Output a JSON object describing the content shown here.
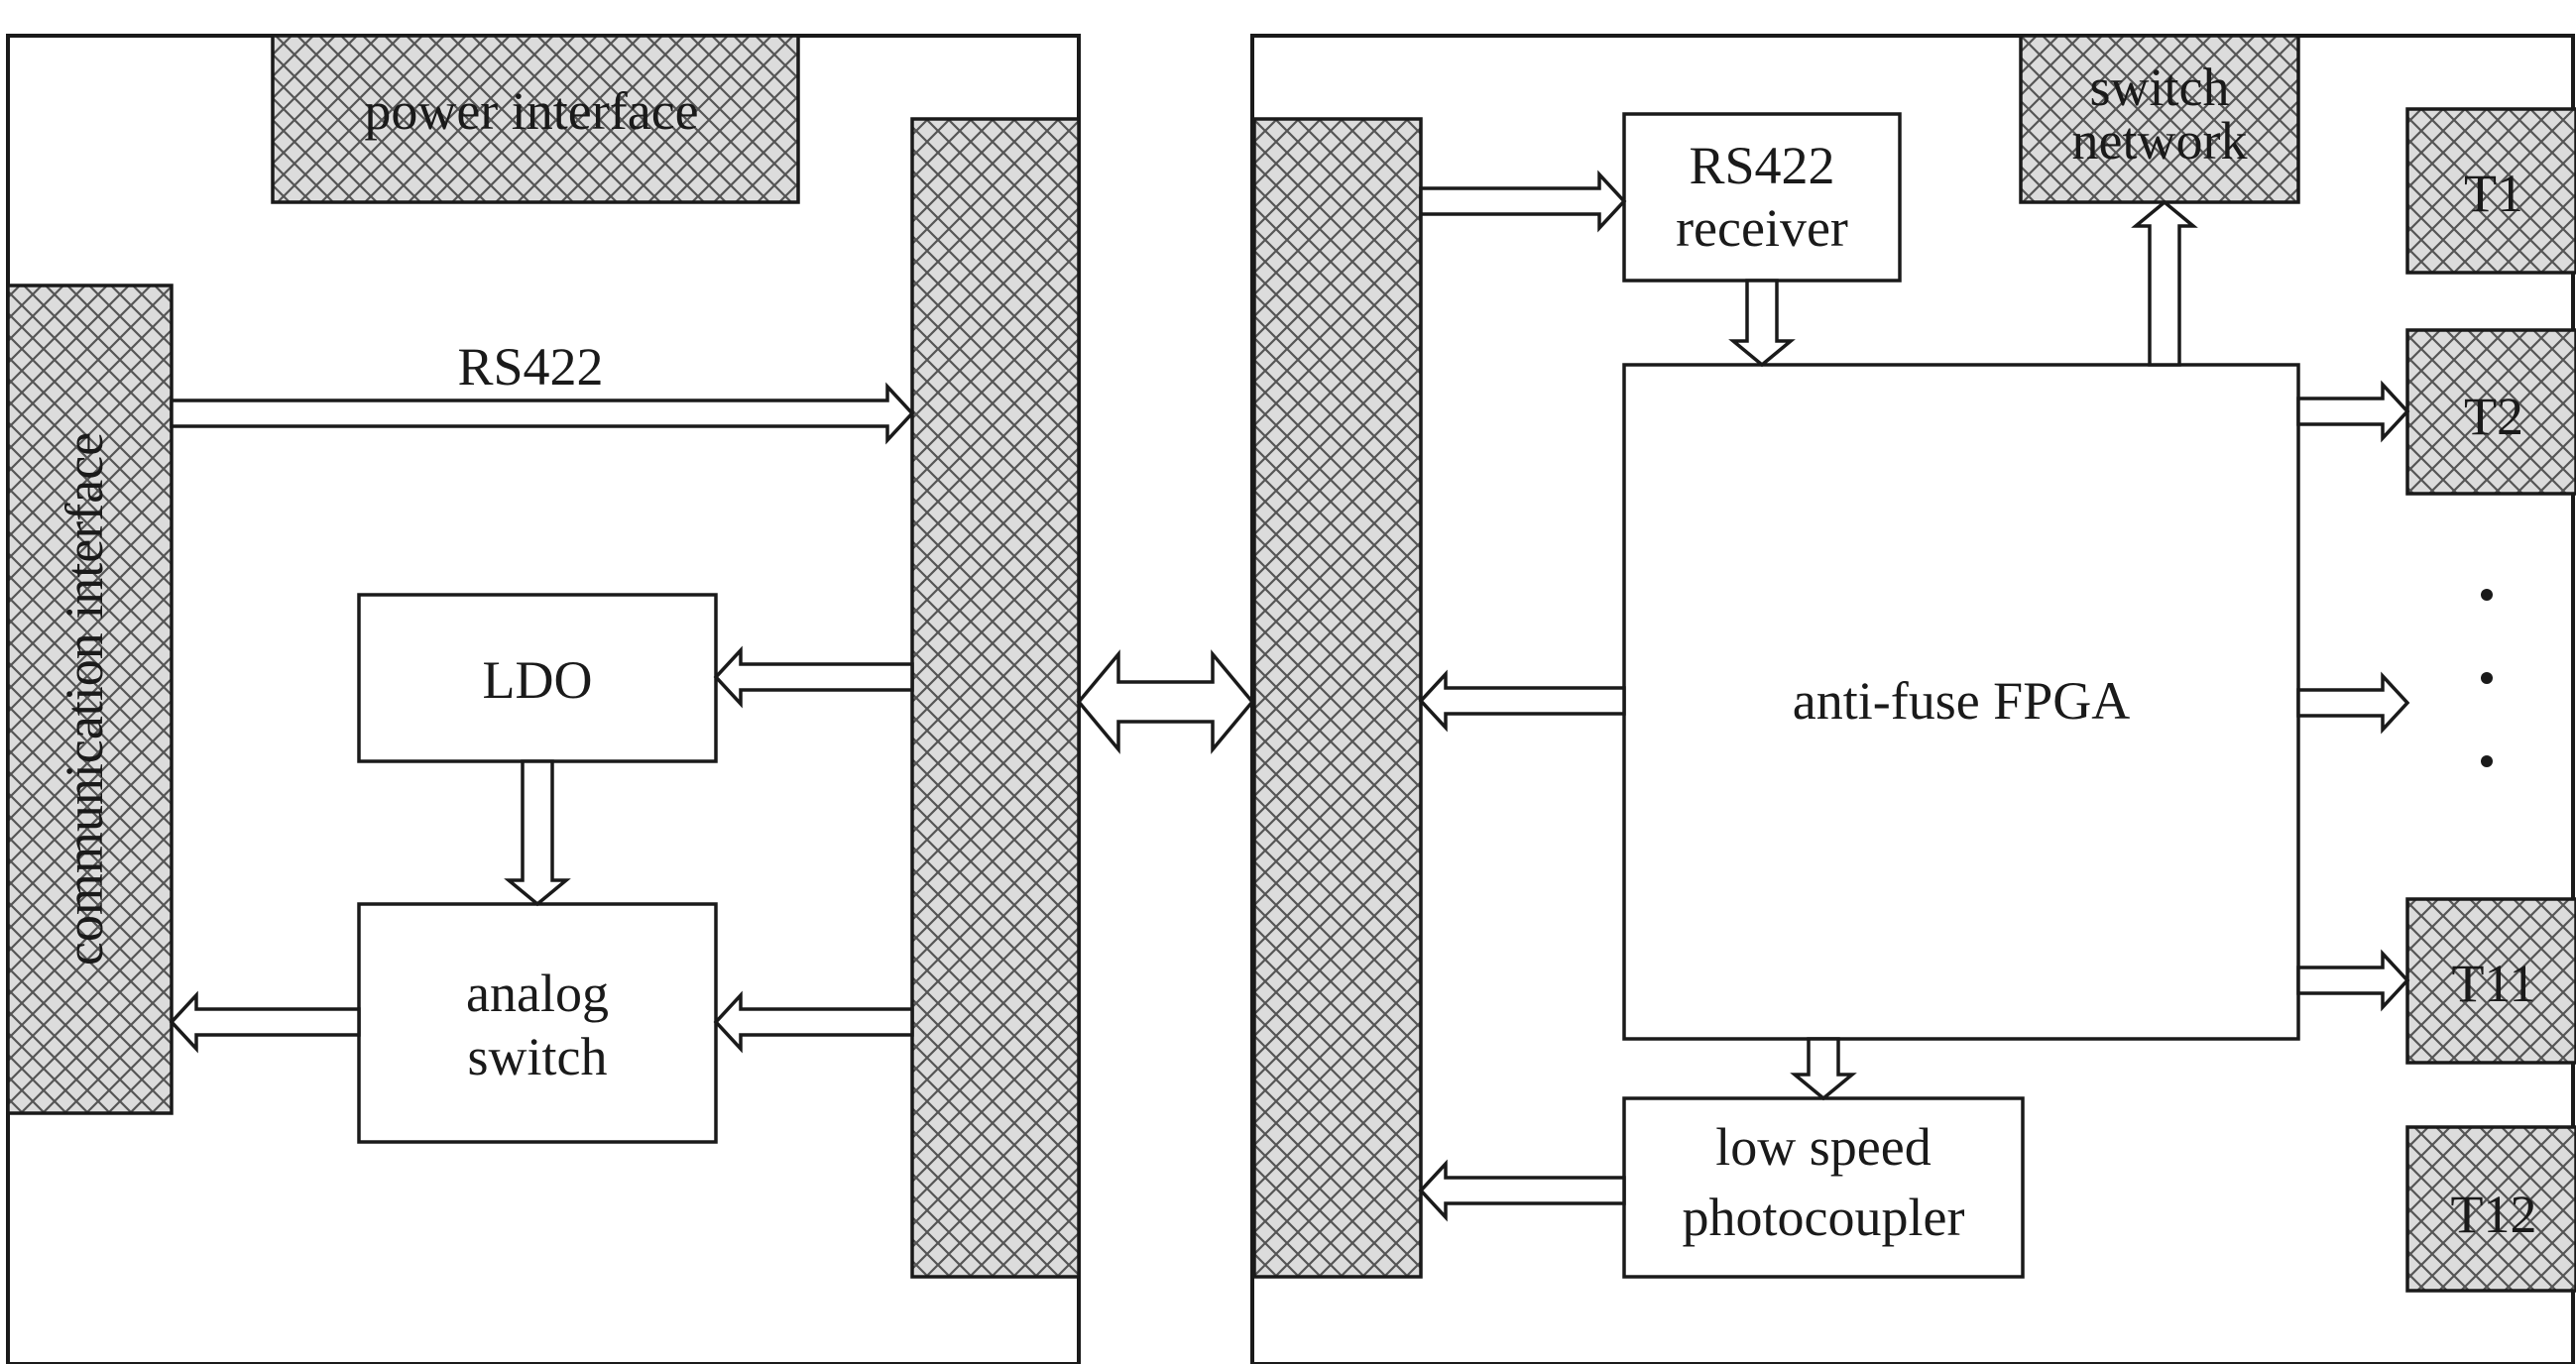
{
  "labels": {
    "power_interface": "power interface",
    "communication_interface": "communication interface",
    "rs422_line": "RS422",
    "ldo": "LDO",
    "analog_switch": [
      "analog",
      "switch"
    ],
    "rs422_receiver": [
      "RS422",
      "receiver"
    ],
    "switch_network": [
      "switch",
      "network"
    ],
    "fpga": "anti-fuse FPGA",
    "photocoupler": [
      "low speed",
      "photocoupler"
    ],
    "t1": "T1",
    "t2": "T2",
    "t11": "T11",
    "t12": "T12"
  },
  "style": {
    "line_color": "#1a1a1a",
    "hatch_fill": "#d8d8d8",
    "background": "#ffffff"
  }
}
